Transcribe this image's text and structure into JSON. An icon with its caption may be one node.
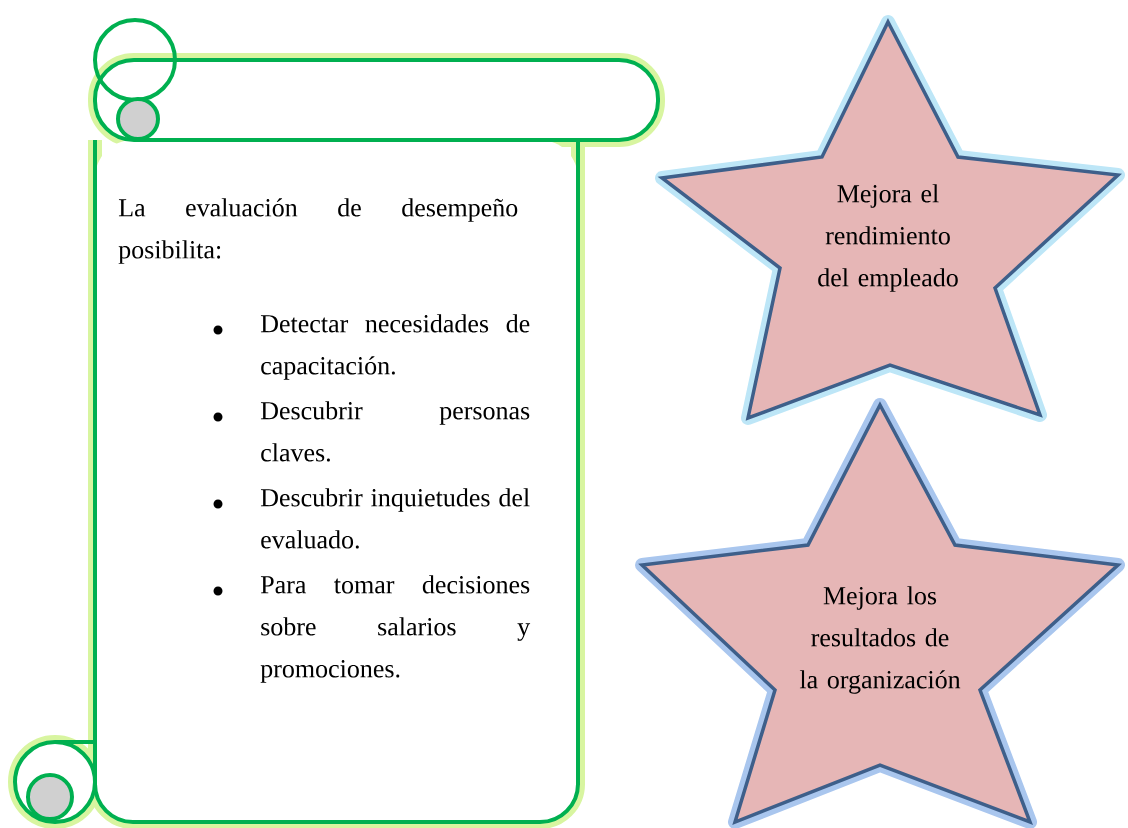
{
  "diagram": {
    "nodes": [
      {
        "text": [
          "La evaluación de desempeño posibilita:",
          "Detectar necesidades de capacitación.",
          "Descubrir personas claves.",
          "Descubrir inquietudes del evaluado.",
          "Para tomar decisiones sobre salarios y promociones."
        ]
      },
      {
        "text": [
          "Mejora el rendimiento del empleado"
        ]
      },
      {
        "text": [
          "Mejora los resultados de la organización"
        ]
      }
    ]
  }
}
